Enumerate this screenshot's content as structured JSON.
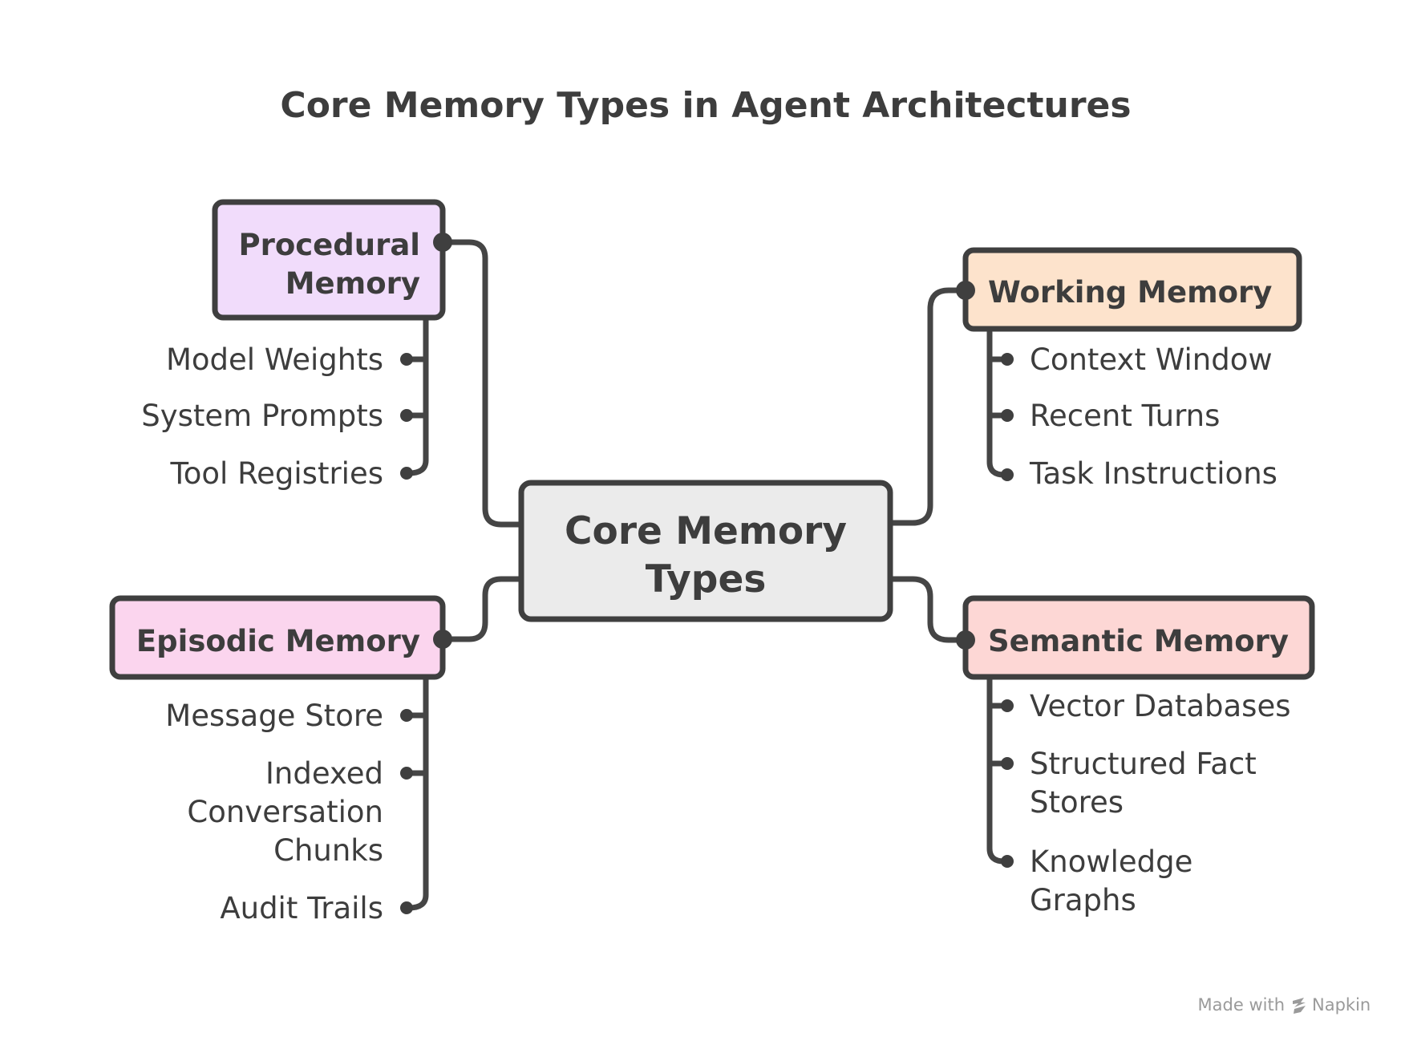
{
  "title": "Core Memory Types in Agent Architectures",
  "center": {
    "line1": "Core Memory",
    "line2": "Types",
    "fill": "#ebebeb"
  },
  "nodes": {
    "procedural": {
      "line1": "Procedural",
      "line2": "Memory",
      "fill": "#f1dcfb",
      "items": [
        "Model Weights",
        "System Prompts",
        "Tool Registries"
      ]
    },
    "working": {
      "label": "Working Memory",
      "fill": "#fde3cc",
      "items": [
        "Context Window",
        "Recent Turns",
        "Task Instructions"
      ]
    },
    "episodic": {
      "label": "Episodic Memory",
      "fill": "#fbd5ee",
      "items": [
        {
          "lines": [
            "Message Store"
          ]
        },
        {
          "lines": [
            "Indexed",
            "Conversation",
            "Chunks"
          ]
        },
        {
          "lines": [
            "Audit Trails"
          ]
        }
      ]
    },
    "semantic": {
      "label": "Semantic Memory",
      "fill": "#fdd7d5",
      "items": [
        {
          "lines": [
            "Vector Databases"
          ]
        },
        {
          "lines": [
            "Structured Fact",
            "Stores"
          ]
        },
        {
          "lines": [
            "Knowledge",
            "Graphs"
          ]
        }
      ]
    }
  },
  "footer": {
    "prefix": "Made with",
    "brand": "Napkin",
    "icon": "napkin-logo-icon"
  }
}
